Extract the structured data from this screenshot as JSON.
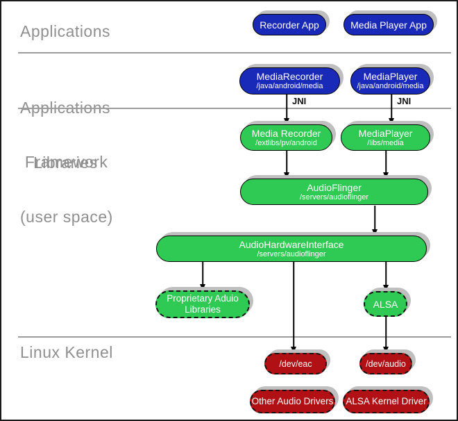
{
  "sections": {
    "applications": {
      "label": "Applications"
    },
    "framework": {
      "line1": "Applications",
      "line2": " Framework"
    },
    "libraries": {
      "line1": "Libraries",
      "line2": "(user space)"
    },
    "kernel": {
      "label": "Linux Kernel"
    }
  },
  "connector_labels": {
    "jni_left": "JNI",
    "jni_right": "JNI"
  },
  "nodes": {
    "recorder_app": {
      "title": "Recorder App"
    },
    "media_player_app": {
      "title": "Media Player App"
    },
    "media_recorder_fw": {
      "title": "MediaRecorder",
      "path": "/java/android/media"
    },
    "media_player_fw": {
      "title": "MediaPlayer",
      "path": "/java/android/media"
    },
    "media_recorder_lib": {
      "title": "Media Recorder",
      "path": "/extlibs/pv/android"
    },
    "media_player_lib": {
      "title": "MediaPlayer",
      "path": "/libs/media"
    },
    "audio_flinger": {
      "title": "AudioFlinger",
      "path": "/servers/audioflinger"
    },
    "audio_hardware_interface": {
      "title": "AudioHardwareInterface",
      "path": "/servers/audioflinger"
    },
    "proprietary_audio": {
      "line1": "Proprietary Aduio",
      "line2": "Libraries"
    },
    "alsa": {
      "title": "ALSA"
    },
    "dev_eac": {
      "title": "/dev/eac"
    },
    "dev_audio": {
      "title": "/dev/audio"
    },
    "other_audio_drivers": {
      "title": "Other Audio Drivers"
    },
    "alsa_kernel_driver": {
      "title": "ALSA Kernel Driver"
    }
  },
  "colors": {
    "app_blue": "#1a2ab8",
    "lib_green": "#2fca53",
    "kernel_red": "#b11015",
    "shadow_gray": "#bfbfbf",
    "section_text_gray": "#8f8f8f",
    "divider_gray": "#9c9c9c",
    "arrow_black": "#000000"
  }
}
